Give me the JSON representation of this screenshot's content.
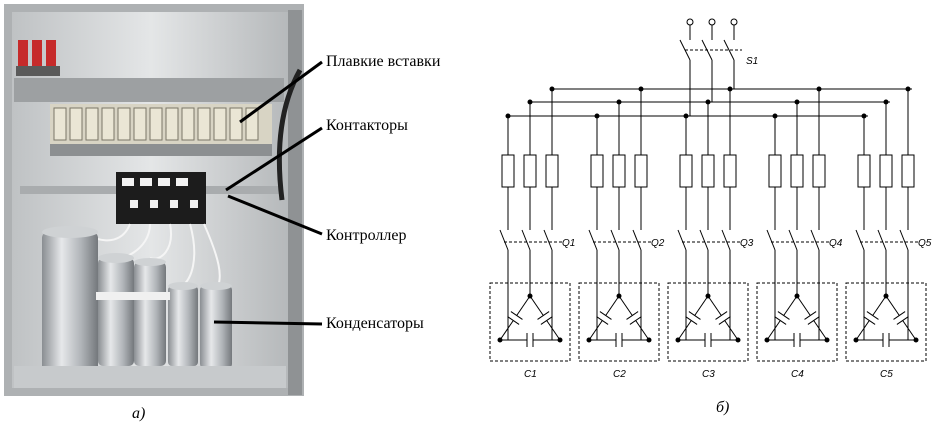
{
  "photo": {
    "callouts": {
      "fuses": "Плавкие вставки",
      "contactors": "Контакторы",
      "controller": "Контроллер",
      "capacitors": "Конденсаторы"
    },
    "caption": "а)"
  },
  "schematic": {
    "main_switch": "S1",
    "branches": [
      {
        "switch": "Q1",
        "capacitor": "C1"
      },
      {
        "switch": "Q2",
        "capacitor": "C2"
      },
      {
        "switch": "Q3",
        "capacitor": "C3"
      },
      {
        "switch": "Q4",
        "capacitor": "C4"
      },
      {
        "switch": "Q5",
        "capacitor": "C5"
      }
    ],
    "caption": "б)"
  },
  "colors": {
    "line": "#000000",
    "cabinet": "#d9d9d9",
    "capacitor": "#b8bcc0"
  }
}
